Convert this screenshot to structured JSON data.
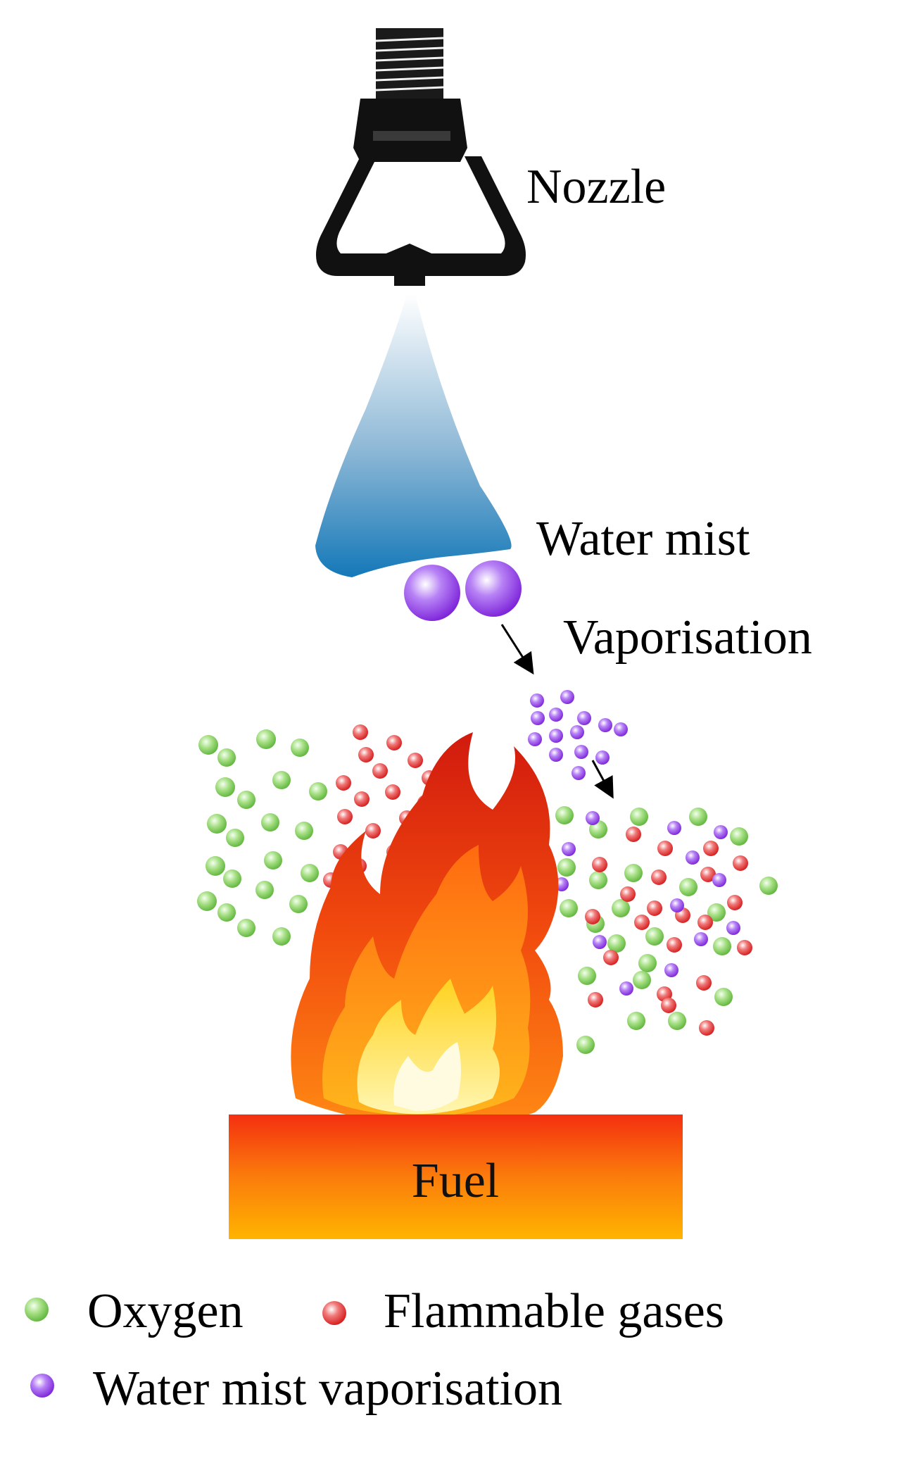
{
  "labels": {
    "nozzle": "Nozzle",
    "water_mist": "Water mist",
    "vaporisation": "Vaporisation",
    "fuel": "Fuel"
  },
  "legend": [
    {
      "key": "oxygen",
      "label": "Oxygen",
      "color": "#8fd66a"
    },
    {
      "key": "flammable",
      "label": "Flammable gases",
      "color": "#e63b3b"
    },
    {
      "key": "vapor",
      "label": "Water mist vaporisation",
      "color": "#9b3ef0"
    }
  ],
  "colors": {
    "oxygen": "#8fd66a",
    "flammable": "#e63b3b",
    "vapor": "#9b3ef0",
    "spray_top": "#ffffff",
    "spray_bottom": "#1478b8",
    "fuel_top": "#f42f10",
    "fuel_bottom": "#ffb400"
  },
  "icons": [
    "nozzle-icon",
    "flame-icon",
    "arrow-icon"
  ]
}
